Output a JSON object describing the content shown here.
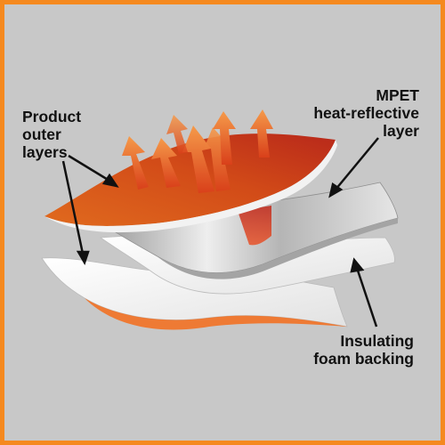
{
  "labels": {
    "outer": [
      "Product",
      "outer",
      "layers"
    ],
    "mpet": [
      "MPET",
      "heat-reflective",
      "layer"
    ],
    "foam": [
      "Insulating",
      "foam backing"
    ]
  },
  "colors": {
    "border": "#f5891f",
    "background": "#c8c8c8",
    "outer_layer": "#d8541c",
    "heat_arrow": "#f07a2a",
    "reflective_layer": "#d9d9d9",
    "foam_layer": "#f4f4f4"
  }
}
